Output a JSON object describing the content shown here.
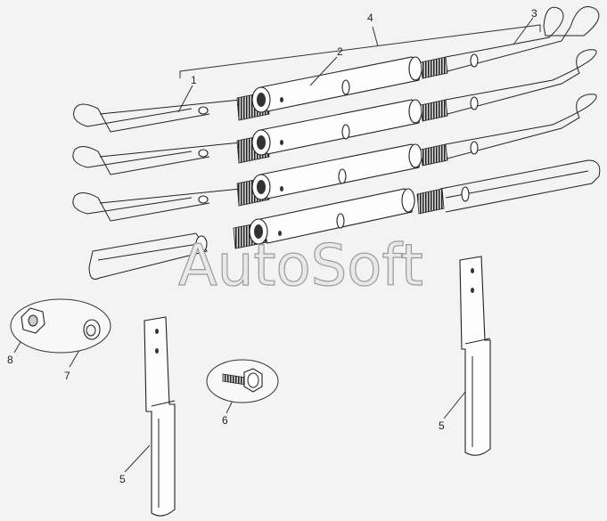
{
  "watermark": "AutoSoft",
  "callouts": [
    "1",
    "2",
    "3",
    "4",
    "5",
    "5",
    "6",
    "7",
    "8"
  ]
}
